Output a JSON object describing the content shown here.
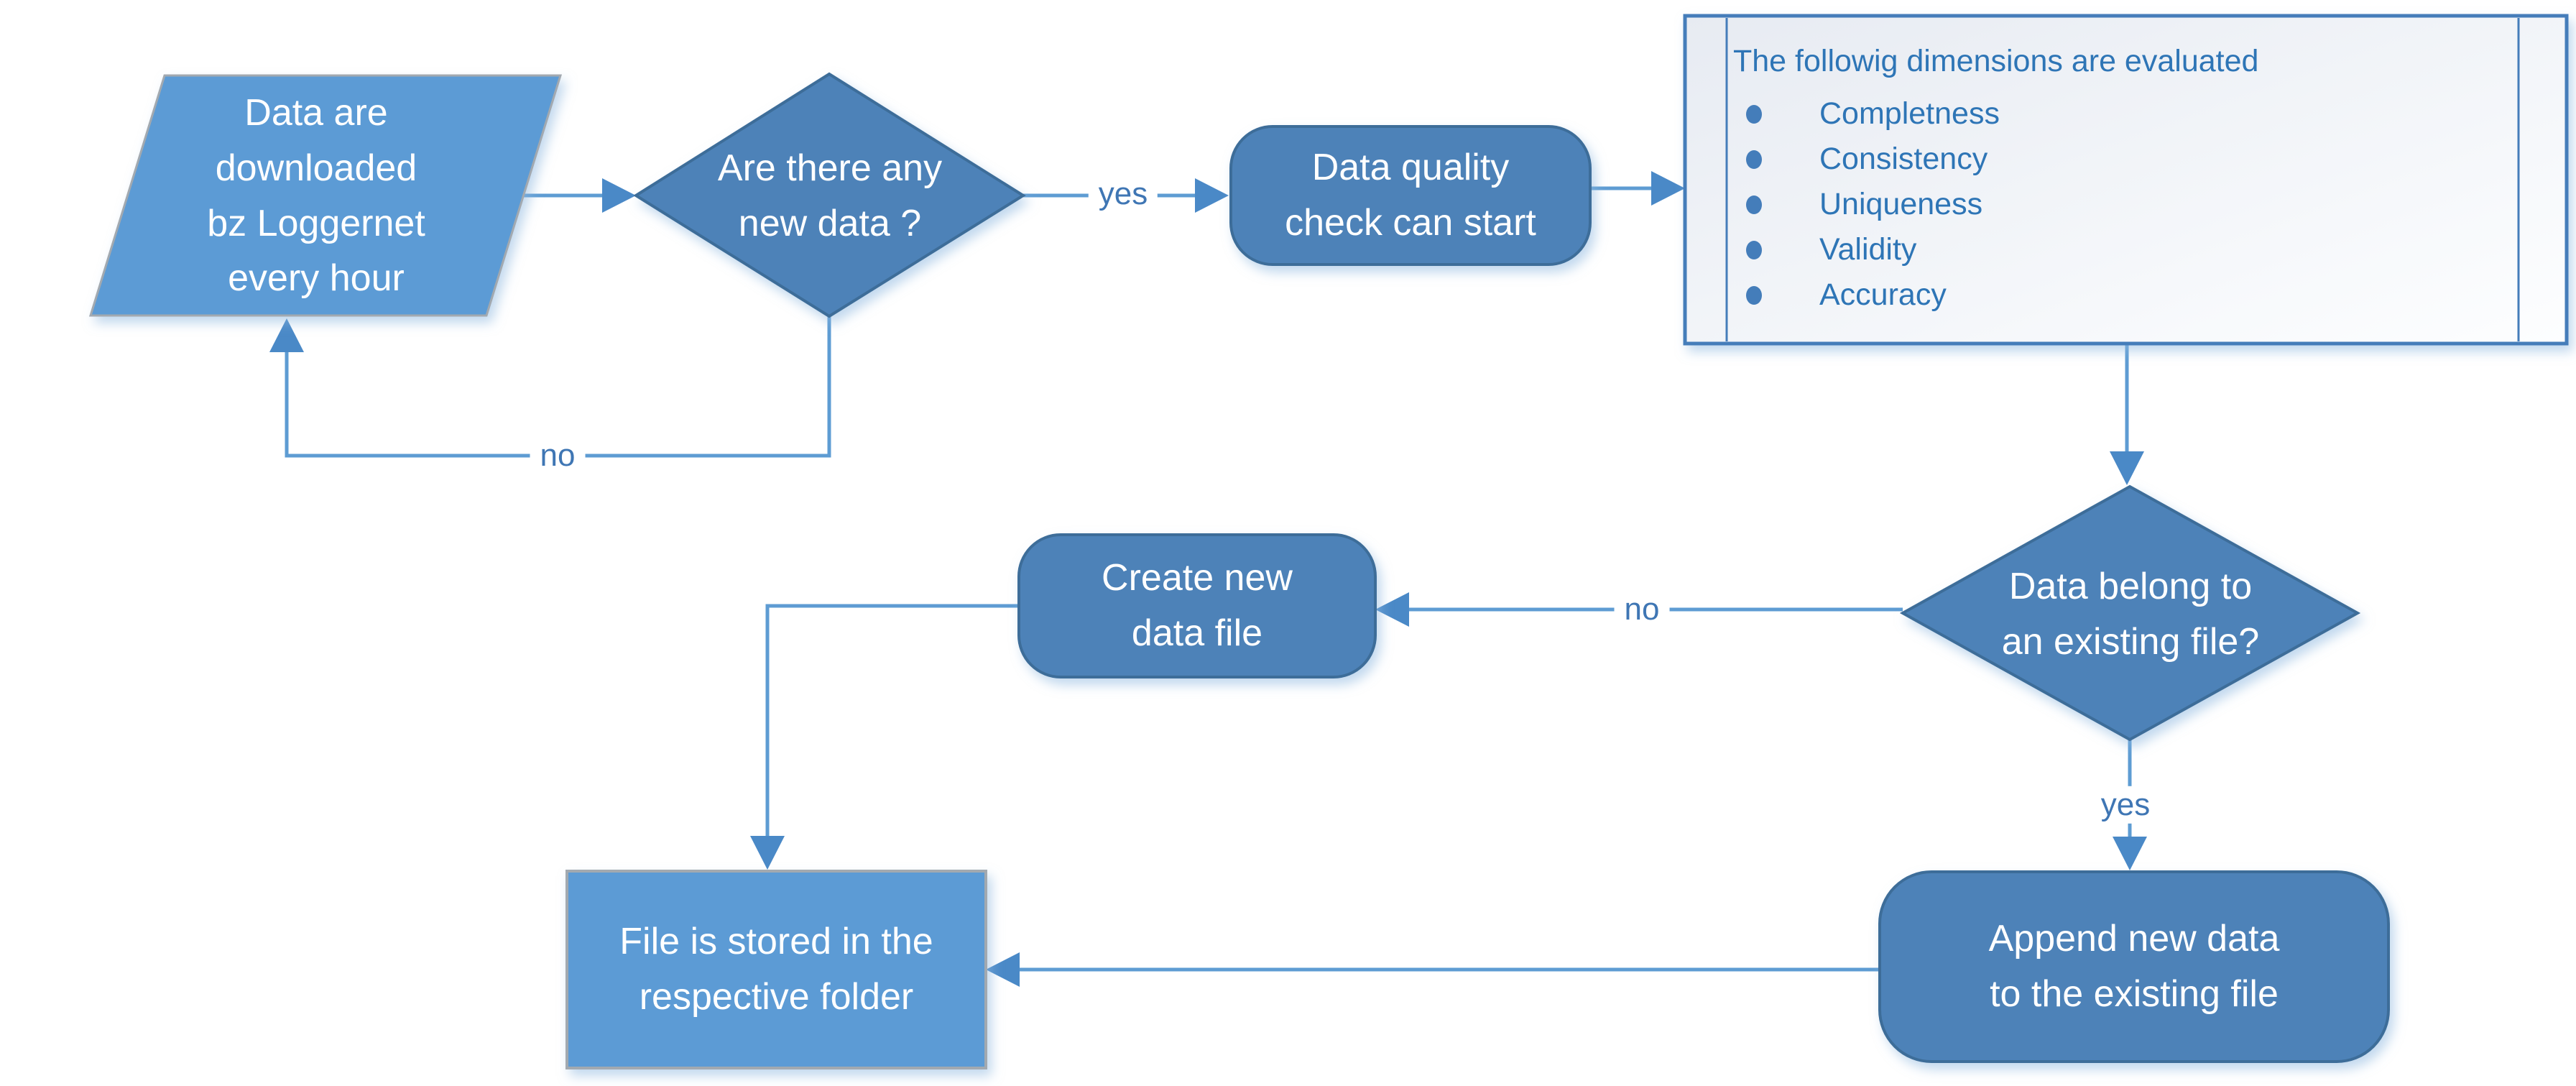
{
  "diagram": {
    "nodes": {
      "download": {
        "label": "Data are\ndownloaded\nbz Loggernet\nevery hour"
      },
      "new_data_decision": {
        "label": "Are there any\nnew data ?"
      },
      "quality_check": {
        "label": "Data quality\ncheck can start"
      },
      "dimensions_box": {
        "title": "The followig dimensions are evaluated",
        "items": [
          "Completness",
          "Consistency",
          "Uniqueness",
          "Validity",
          "Accuracy"
        ]
      },
      "existing_file_decision": {
        "label": "Data belong to\nan existing file?"
      },
      "create_file": {
        "label": "Create new\ndata file"
      },
      "append_data": {
        "label": "Append new data\nto the existing file"
      },
      "store_file": {
        "label": "File is stored in the\nrespective folder"
      }
    },
    "edge_labels": {
      "yes_new_data": "yes",
      "no_new_data": "no",
      "no_existing_file": "no",
      "yes_existing_file": "yes"
    },
    "colors": {
      "node_fill_light": "#5b9bd5",
      "node_fill_dark": "#4d82b8",
      "node_border_dark": "#3e6d99",
      "node_border_gray": "#a2a9b0",
      "connector": "#5e9cd3",
      "arrowhead": "#4a89c7",
      "box_border": "#447dba",
      "box_text": "#2e75b6",
      "edge_label_text": "#3f76b4",
      "node_text": "#ffffff"
    }
  }
}
